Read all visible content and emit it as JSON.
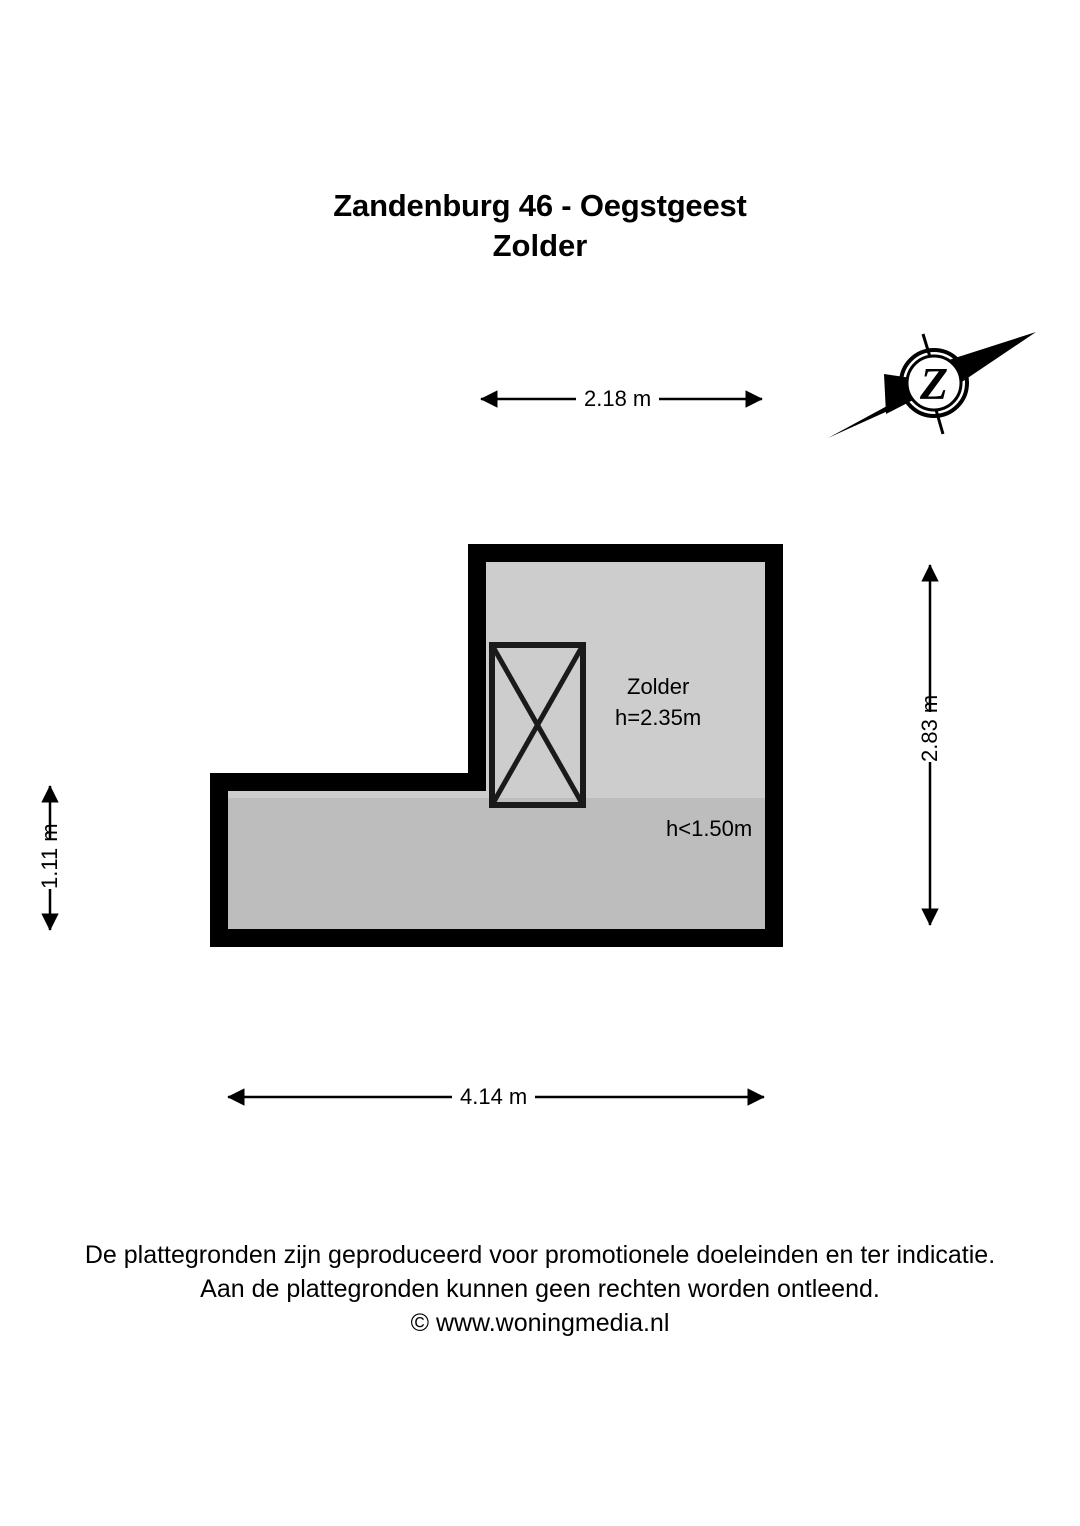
{
  "document": {
    "title_line1": "Zandenburg 46 - Oegstgeest",
    "title_line2": "Zolder"
  },
  "floor_plan": {
    "rooms": [
      {
        "name": "Zolder",
        "height_label": "h=2.35m",
        "low_height_label": "h<1.50m"
      }
    ],
    "symbols": [
      {
        "type": "stairwell-opening",
        "label": ""
      }
    ],
    "colors": {
      "wall": "#000000",
      "floor_high": "#cdcdcd",
      "floor_low": "#bdbdbd",
      "background": "#ffffff"
    }
  },
  "dimensions": {
    "top": "2.18 m",
    "bottom": "4.14 m",
    "right": "2.83 m",
    "left": "1.11 m"
  },
  "compass": {
    "label": "Z",
    "icon": "compass-rose-icon"
  },
  "footer": {
    "line1": "De plattegronden zijn geproduceerd voor promotionele doeleinden en ter indicatie.",
    "line2": "Aan de plattegronden kunnen geen rechten worden ontleend.",
    "line3": "© www.woningmedia.nl"
  }
}
